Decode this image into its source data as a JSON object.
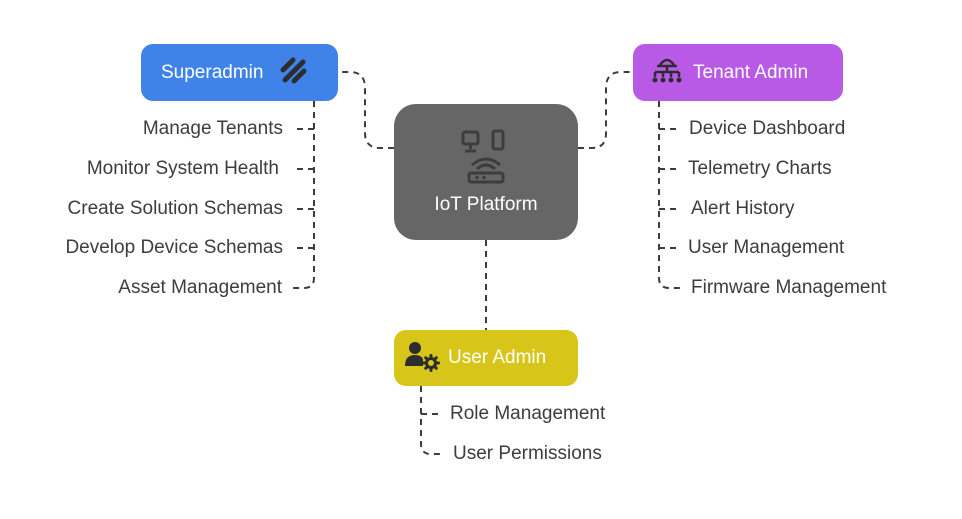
{
  "center": {
    "title": "IoT Platform",
    "icon": "iot-network-icon"
  },
  "branches": {
    "superadmin": {
      "label": "Superadmin",
      "color": "#3f83e8",
      "icon": "wrench-tools-icon",
      "items": [
        "Manage Tenants",
        "Monitor System Health",
        "Create Solution Schemas",
        "Develop Device Schemas",
        "Asset Management"
      ]
    },
    "tenant_admin": {
      "label": "Tenant Admin",
      "color": "#b95ae6",
      "icon": "org-hierarchy-icon",
      "items": [
        "Device Dashboard",
        "Telemetry Charts",
        "Alert History",
        "User Management",
        "Firmware Management"
      ]
    },
    "user_admin": {
      "label": "User Admin",
      "color": "#d8c51a",
      "icon": "user-gear-icon",
      "items": [
        "Role Management",
        "User Permissions"
      ]
    }
  }
}
